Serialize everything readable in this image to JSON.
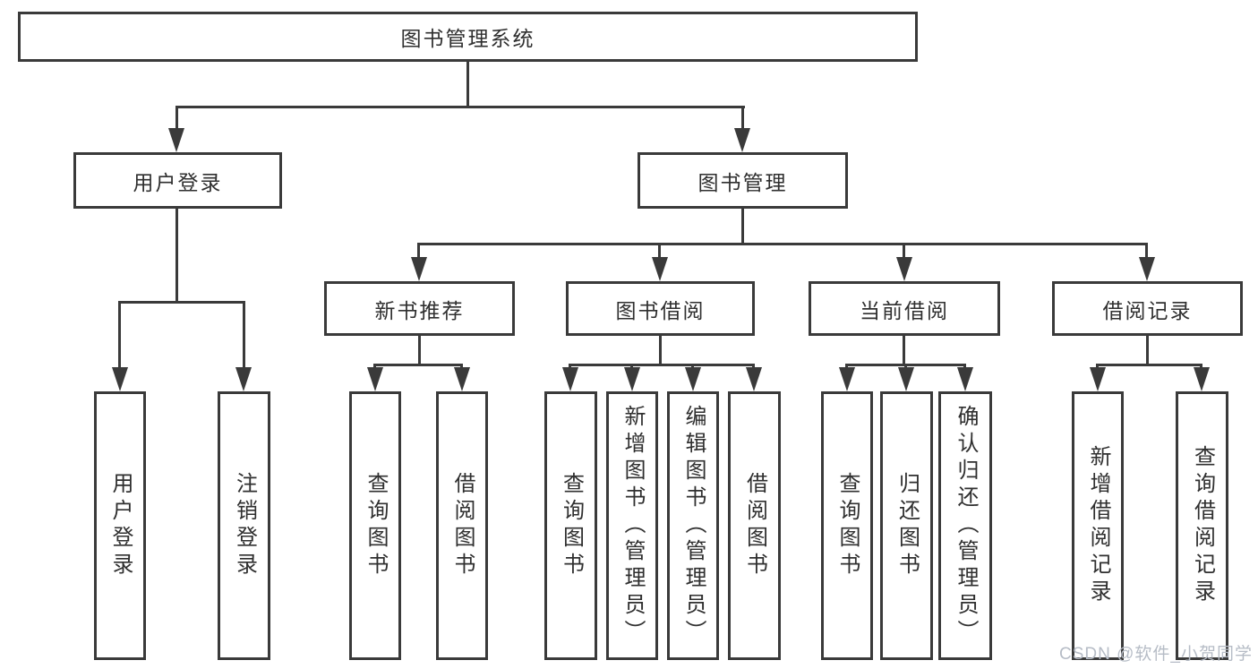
{
  "diagram_title": "图书管理系统",
  "watermark": "CSDN @软件_小贺同学",
  "colors": {
    "line": "#3a3a3a",
    "box_border": "#3a3a3a",
    "text": "#2f2f2f",
    "watermark": "#b6bcc6",
    "background": "#ffffff"
  },
  "tree": {
    "label": "图书管理系统",
    "children": [
      {
        "label": "用户登录",
        "children": [
          {
            "label": "用户登录"
          },
          {
            "label": "注销登录"
          }
        ]
      },
      {
        "label": "图书管理",
        "children": [
          {
            "label": "新书推荐",
            "children": [
              {
                "label": "查询图书"
              },
              {
                "label": "借阅图书"
              }
            ]
          },
          {
            "label": "图书借阅",
            "children": [
              {
                "label": "查询图书"
              },
              {
                "label": "新增图书（管理员）"
              },
              {
                "label": "编辑图书（管理员）"
              },
              {
                "label": "借阅图书"
              }
            ]
          },
          {
            "label": "当前借阅",
            "children": [
              {
                "label": "查询图书"
              },
              {
                "label": "归还图书"
              },
              {
                "label": "确认归还（管理员）"
              }
            ]
          },
          {
            "label": "借阅记录",
            "children": [
              {
                "label": "新增借阅记录"
              },
              {
                "label": "查询借阅记录"
              }
            ]
          }
        ]
      }
    ]
  }
}
